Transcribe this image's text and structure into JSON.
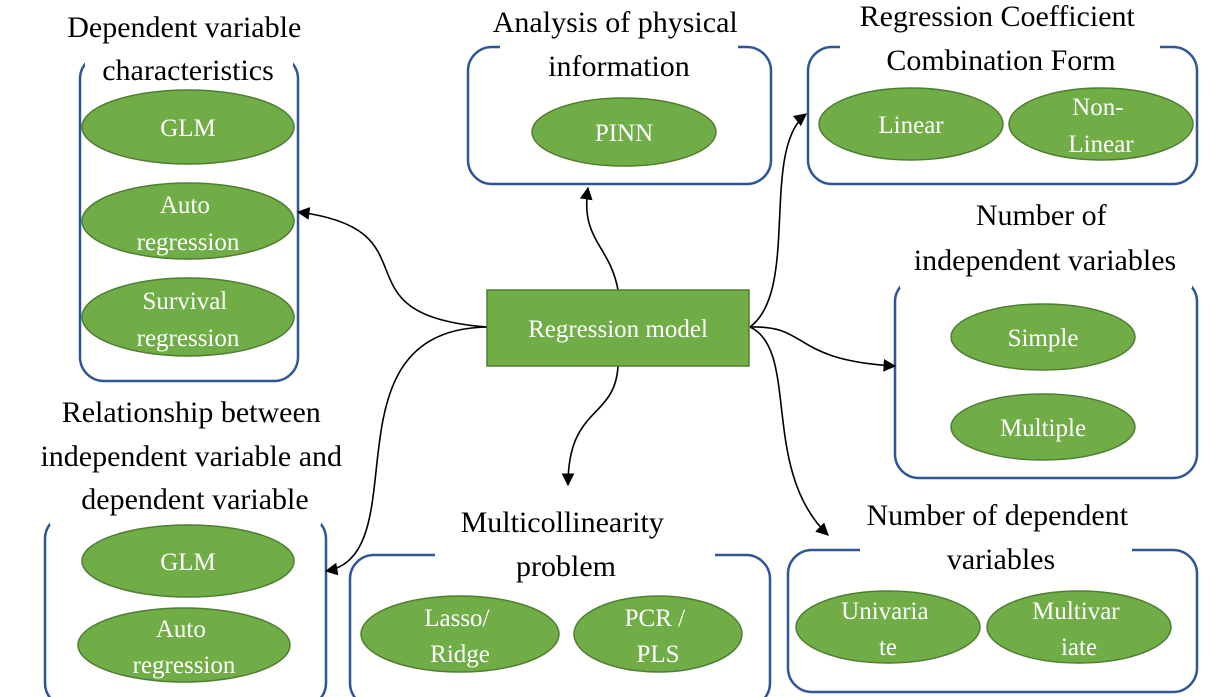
{
  "center": {
    "label": "Regression model"
  },
  "groups": {
    "dependent_char": {
      "title": [
        "Dependent variable",
        "characteristics"
      ],
      "items": [
        [
          "GLM"
        ],
        [
          "Auto",
          "regression"
        ],
        [
          "Survival",
          "regression"
        ]
      ]
    },
    "physical": {
      "title": [
        "Analysis of physical",
        "information"
      ],
      "items": [
        [
          "PINN"
        ]
      ]
    },
    "coef_form": {
      "title": [
        "Regression Coefficient",
        "Combination Form"
      ],
      "items": [
        [
          "Linear"
        ],
        [
          "Non-",
          "Linear"
        ]
      ]
    },
    "num_indep": {
      "title": [
        "Number of",
        "independent variables"
      ],
      "items": [
        [
          "Simple"
        ],
        [
          "Multiple"
        ]
      ]
    },
    "relationship": {
      "title": [
        "Relationship between",
        "independent variable and",
        "dependent variable"
      ],
      "items": [
        [
          "GLM"
        ],
        [
          "Auto",
          "regression"
        ]
      ]
    },
    "multicollinearity": {
      "title": [
        "Multicollinearity",
        "problem"
      ],
      "items": [
        [
          "Lasso/",
          "Ridge"
        ],
        [
          "PCR /",
          "PLS"
        ]
      ]
    },
    "num_dep": {
      "title": [
        "Number of dependent",
        "variables"
      ],
      "items": [
        [
          "Univaria",
          "te"
        ],
        [
          "Multivar",
          "iate"
        ]
      ]
    }
  },
  "colors": {
    "ellipse_fill": "#70AD47",
    "ellipse_stroke": "#507E32",
    "box_stroke": "#2F5597",
    "connector": "#000000"
  }
}
